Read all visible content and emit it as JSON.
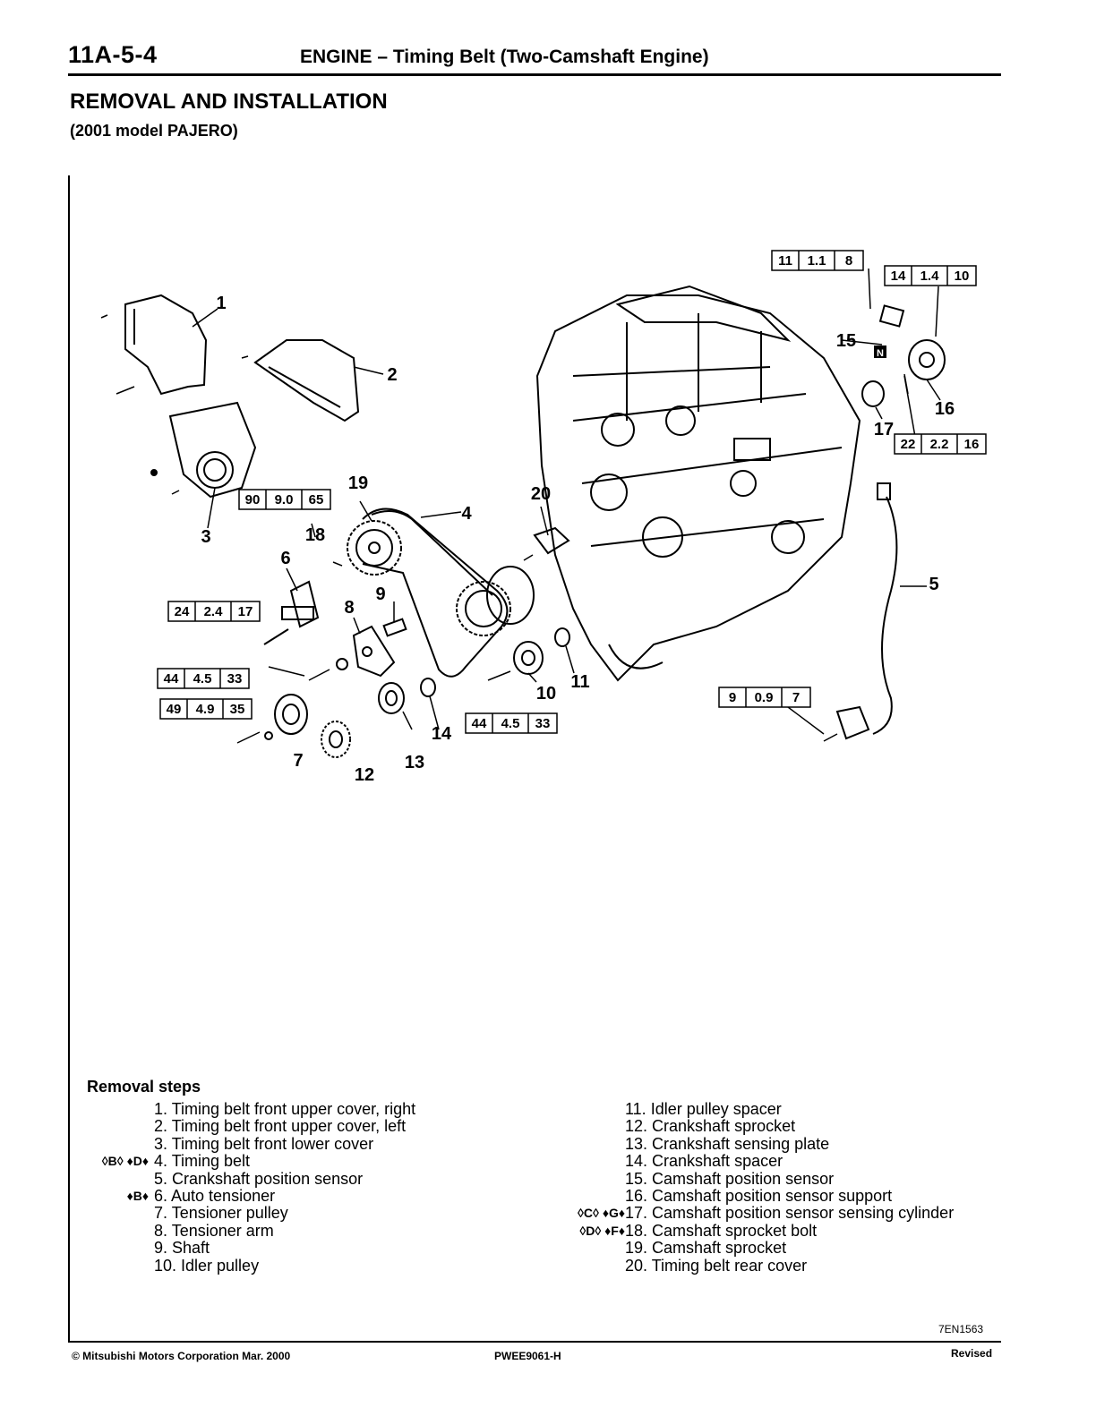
{
  "header": {
    "page_code": "11A-5-4",
    "title": "ENGINE – Timing Belt (Two-Camshaft Engine)"
  },
  "section": {
    "title": "REMOVAL AND INSTALLATION",
    "subtitle": "(2001 model PAJERO)"
  },
  "diagram": {
    "callouts": [
      "1",
      "2",
      "3",
      "4",
      "5",
      "6",
      "7",
      "8",
      "9",
      "10",
      "11",
      "12",
      "13",
      "14",
      "15",
      "16",
      "17",
      "18",
      "19",
      "20"
    ],
    "torque_specs": [
      {
        "nm": "11",
        "kgfm": "1.1",
        "ftlbf": "8"
      },
      {
        "nm": "14",
        "kgfm": "1.4",
        "ftlbf": "10"
      },
      {
        "nm": "22",
        "kgfm": "2.2",
        "ftlbf": "16"
      },
      {
        "nm": "90",
        "kgfm": "9.0",
        "ftlbf": "65"
      },
      {
        "nm": "24",
        "kgfm": "2.4",
        "ftlbf": "17"
      },
      {
        "nm": "44",
        "kgfm": "4.5",
        "ftlbf": "33"
      },
      {
        "nm": "49",
        "kgfm": "4.9",
        "ftlbf": "35"
      },
      {
        "nm": "44",
        "kgfm": "4.5",
        "ftlbf": "33"
      },
      {
        "nm": "9",
        "kgfm": "0.9",
        "ftlbf": "7"
      }
    ],
    "new_part_mark": "N"
  },
  "removal": {
    "heading": "Removal steps",
    "left": [
      {
        "mark": "",
        "text": "1. Timing belt front upper cover, right"
      },
      {
        "mark": "",
        "text": "2. Timing belt front upper cover, left"
      },
      {
        "mark": "",
        "text": "3. Timing belt front lower cover"
      },
      {
        "mark": "◊B◊ ♦D♦",
        "text": "4. Timing belt"
      },
      {
        "mark": "",
        "text": "5. Crankshaft position sensor"
      },
      {
        "mark": "♦B♦",
        "text": "6. Auto tensioner"
      },
      {
        "mark": "",
        "text": "7. Tensioner pulley"
      },
      {
        "mark": "",
        "text": "8. Tensioner arm"
      },
      {
        "mark": "",
        "text": "9. Shaft"
      },
      {
        "mark": "",
        "text": "10. Idler pulley"
      }
    ],
    "right": [
      {
        "mark": "",
        "text": "11. Idler pulley spacer"
      },
      {
        "mark": "",
        "text": "12. Crankshaft sprocket"
      },
      {
        "mark": "",
        "text": "13. Crankshaft sensing plate"
      },
      {
        "mark": "",
        "text": "14. Crankshaft spacer"
      },
      {
        "mark": "",
        "text": "15. Camshaft position sensor"
      },
      {
        "mark": "",
        "text": "16. Camshaft position sensor support"
      },
      {
        "mark": "◊C◊ ♦G♦",
        "text": "17. Camshaft position sensor sensing cylinder"
      },
      {
        "mark": "◊D◊ ♦F♦",
        "text": "18. Camshaft sprocket bolt"
      },
      {
        "mark": "",
        "text": "19. Camshaft sprocket"
      },
      {
        "mark": "",
        "text": "20. Timing belt rear cover"
      }
    ]
  },
  "figure_id": "7EN1563",
  "footer": {
    "copyright": "© Mitsubishi Motors Corporation   Mar. 2000",
    "doc_code": "PWEE9061-H",
    "status": "Revised"
  }
}
